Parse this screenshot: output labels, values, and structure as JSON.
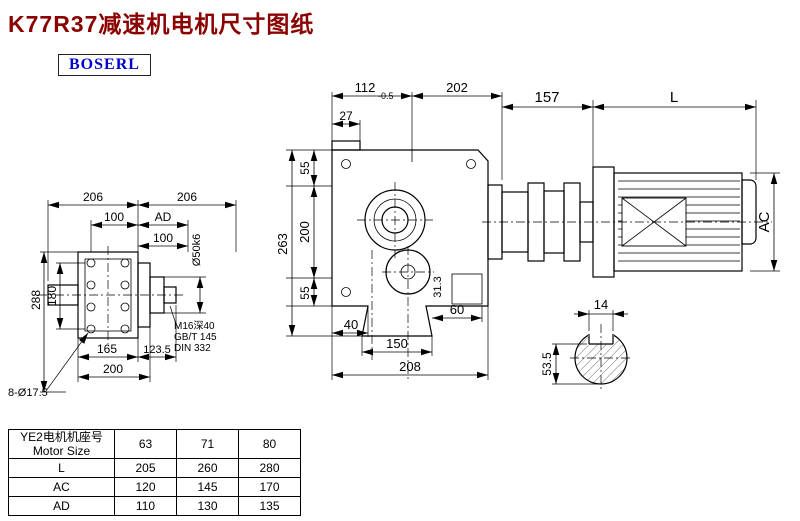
{
  "page": {
    "title": "K77R37减速机电机尺寸图纸",
    "logo": "BOSERL"
  },
  "left_view": {
    "dim_206_left": "206",
    "dim_206_right": "206",
    "dim_100_top": "100",
    "dim_ad": "AD",
    "dim_100_mid": "100",
    "dim_288": "288",
    "dim_180": "180",
    "dim_165": "165",
    "dim_123_5": "123.5",
    "dim_200": "200",
    "holes_label": "8-Ø17.5",
    "thread_note_line1": "M16深40",
    "thread_note_line2": "GB/T 145",
    "thread_note_line3": "DIN 332",
    "shaft_label": "Ø50k6"
  },
  "front_view": {
    "dim_112": "112",
    "dim_112_tol": "-0.5",
    "dim_202": "202",
    "dim_27": "27",
    "dim_55_top": "55",
    "dim_200": "200",
    "dim_55_bottom": "55",
    "dim_263": "263",
    "dim_40": "40",
    "dim_150": "150",
    "dim_208": "208",
    "dim_60": "60",
    "dim_31_3": "31.3"
  },
  "motor_view": {
    "dim_157": "157",
    "dim_L": "L",
    "dim_AC": "AC",
    "dim_14": "14",
    "dim_53_5": "53.5"
  },
  "table": {
    "header_line1": "YE2电机机座号",
    "header_line2": "Motor Size",
    "sizes": [
      "63",
      "71",
      "80"
    ],
    "rows": [
      {
        "label": "L",
        "values": [
          "205",
          "260",
          "280"
        ]
      },
      {
        "label": "AC",
        "values": [
          "120",
          "145",
          "170"
        ]
      },
      {
        "label": "AD",
        "values": [
          "110",
          "130",
          "135"
        ]
      }
    ]
  }
}
